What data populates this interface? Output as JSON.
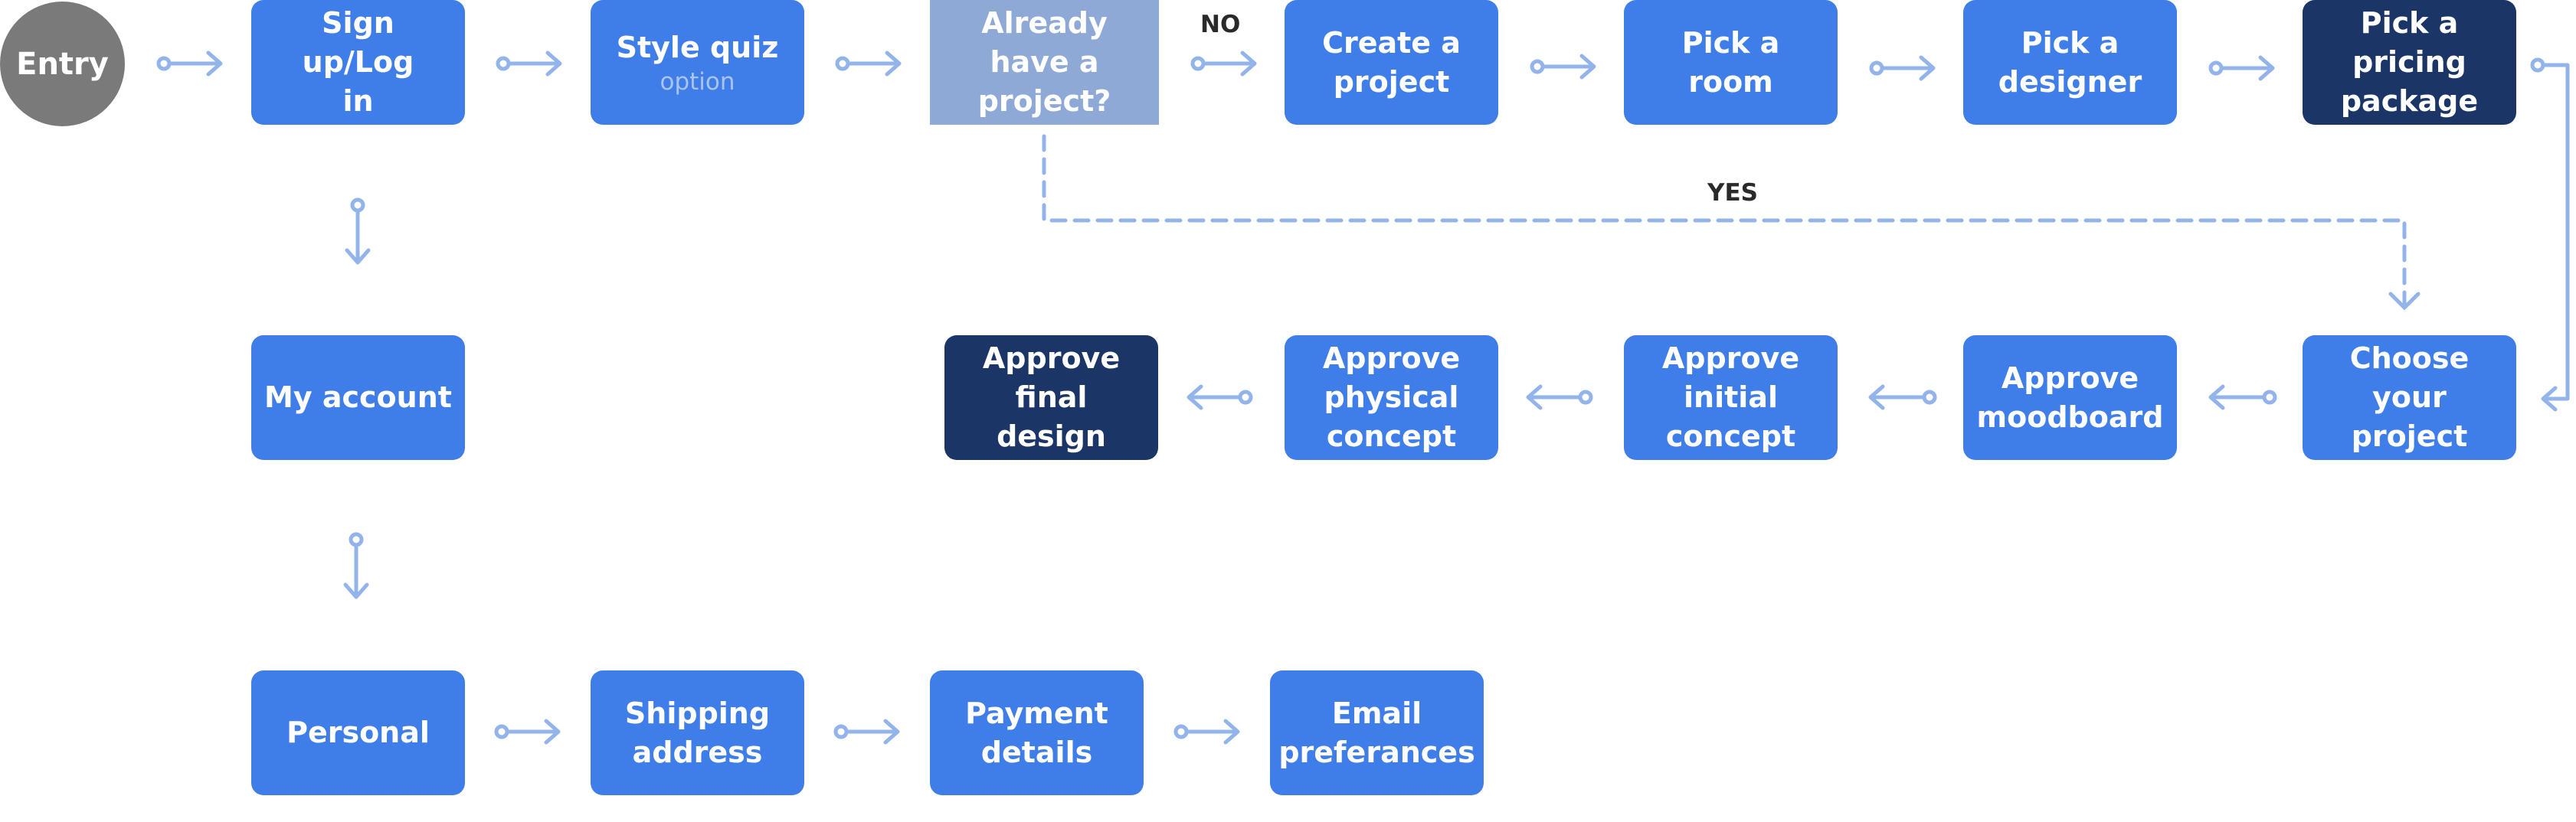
{
  "entry": "Entry",
  "nodes": {
    "signup": "Sign up/Log\nin",
    "style_quiz": "Style quiz",
    "style_quiz_note": "option",
    "already_have_project": "Already have a\nproject?",
    "create_project": "Create a\nproject",
    "pick_room": "Pick a room",
    "pick_designer": "Pick a\ndesigner",
    "pick_pricing": "Pick a pricing\npackage",
    "my_account": "My account",
    "choose_project": "Choose your\nproject",
    "approve_moodboard": "Approve\nmoodboard",
    "approve_initial": "Approve\ninitial concept",
    "approve_physical": "Approve\nphysical\nconcept",
    "approve_final": "Approve final\ndesign",
    "personal": "Personal",
    "shipping": "Shipping\naddress",
    "payment": "Payment\ndetails",
    "email": "Email\npreferances"
  },
  "labels": {
    "no": "NO",
    "yes": "YES"
  },
  "colors": {
    "node": "#3f7ee8",
    "node_dark": "#1b3566",
    "decision": "#8ea9d6",
    "entry": "#7a7a7a",
    "connector": "#93b4ea"
  }
}
